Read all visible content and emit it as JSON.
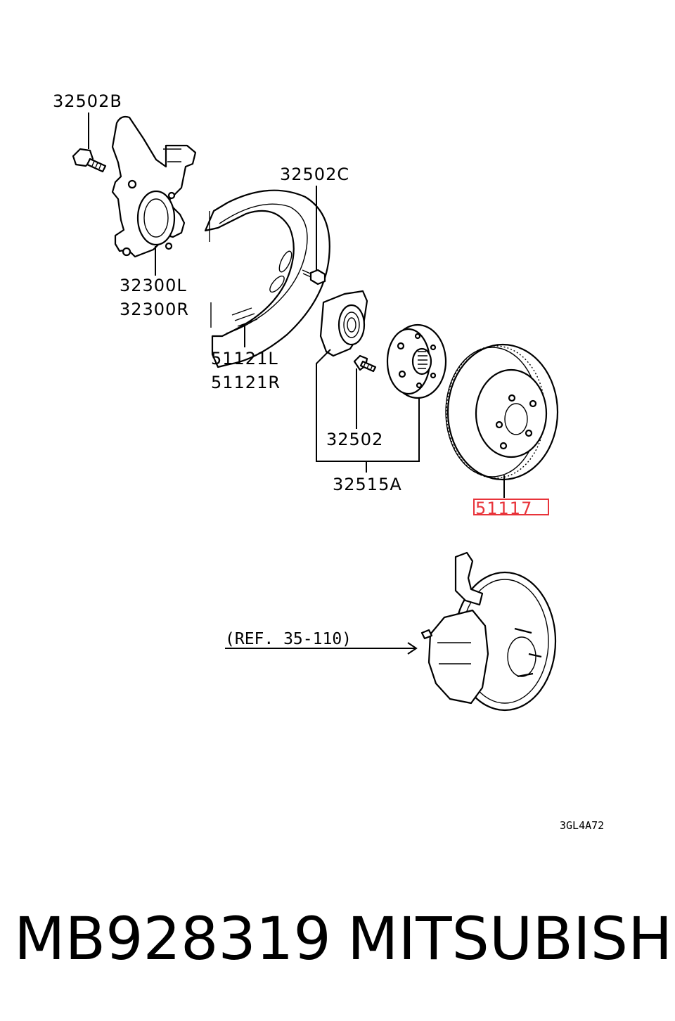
{
  "diagram": {
    "labels": {
      "bolt_b": "32502B",
      "bolt_c": "32502C",
      "knuckle_l": "32300L",
      "knuckle_r": "32300R",
      "cover_l": "51121L",
      "cover_r": "51121R",
      "hub_bolt": "32502",
      "hub_assy": "32515A",
      "rotor": "51117",
      "reference": "(REF. 35-110)",
      "drawing_code": "3GL4A72"
    },
    "highlight_color": "#e8333a"
  },
  "footer": {
    "part_number": "MB928319",
    "brand": "MITSUBISHI"
  }
}
